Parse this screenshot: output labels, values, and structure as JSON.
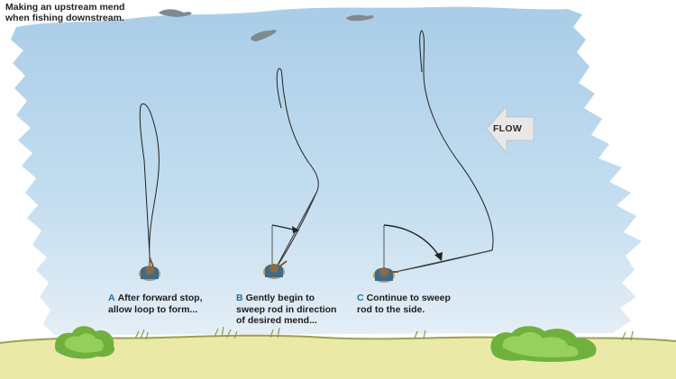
{
  "title": {
    "line1": "Making an upstream mend",
    "line2": "when fishing downstream."
  },
  "flow": {
    "label": "FLOW"
  },
  "steps": [
    {
      "letter": "A",
      "line1": "After forward stop,",
      "line2": "allow loop to form..."
    },
    {
      "letter": "B",
      "line1": "Gently begin to",
      "line2": "sweep rod in direction",
      "line3": "of desired mend..."
    },
    {
      "letter": "C",
      "line1": "Continue to sweep",
      "line2": "rod to the side."
    }
  ],
  "colors": {
    "sky": "#bcd9ee",
    "grass": "#eaeaa6",
    "shrub": "#7fc34a",
    "step_letter": "#1f6fa8",
    "line": "#222222"
  }
}
